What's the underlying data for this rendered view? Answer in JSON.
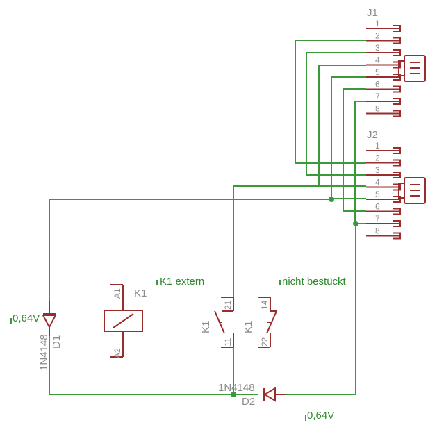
{
  "j1": {
    "name": "J1",
    "pins": [
      "1",
      "2",
      "3",
      "4",
      "5",
      "6",
      "7",
      "8"
    ]
  },
  "j2": {
    "name": "J2",
    "pins": [
      "1",
      "2",
      "3",
      "4",
      "5",
      "6",
      "7",
      "8"
    ]
  },
  "relay": {
    "name": "K1",
    "pin_top": "A1",
    "pin_bottom": "A2"
  },
  "contact_left": {
    "name": "K1",
    "pin_top": "21",
    "pin_bottom": "11",
    "note": "K1 extern"
  },
  "contact_right": {
    "name": "K1",
    "pin_top": "14",
    "pin_bottom": "22",
    "note": "nicht bestückt"
  },
  "d1": {
    "name": "D1",
    "value": "1N4148",
    "voltage": "0,64V"
  },
  "d2": {
    "name": "D2",
    "value": "1N4148",
    "voltage": "0,64V"
  },
  "colors": {
    "wire": "#3a9a3a",
    "symbol": "#9b2c2c",
    "label": "#8c8c8c",
    "net_label": "#2f8a2f"
  }
}
